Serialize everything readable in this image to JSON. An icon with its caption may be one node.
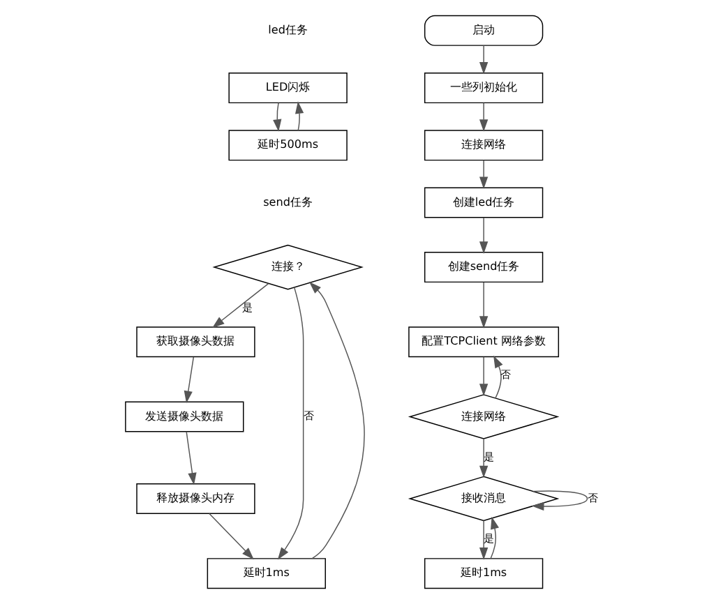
{
  "diagram": {
    "nodes": [
      {
        "text": [
          "LED闪烁"
        ]
      },
      {
        "text": [
          "延时500ms"
        ]
      },
      {
        "text": [
          "连接？"
        ]
      },
      {
        "text": [
          "获取摄像头数据"
        ]
      },
      {
        "text": [
          "发送摄像头数据"
        ]
      },
      {
        "text": [
          "释放摄像头内存"
        ]
      },
      {
        "text": [
          "延时1ms"
        ]
      },
      {
        "text": [
          "启动"
        ]
      },
      {
        "text": [
          "一些列初始化"
        ]
      },
      {
        "text": [
          "连接网络"
        ]
      },
      {
        "text": [
          "创建led任务"
        ]
      },
      {
        "text": [
          "创建send任务"
        ]
      },
      {
        "text": [
          "配置TCPClient 网络参数"
        ]
      },
      {
        "text": [
          "连接网络"
        ]
      },
      {
        "text": [
          "接收消息"
        ]
      },
      {
        "text": [
          "延时1ms"
        ]
      }
    ],
    "edges": [
      {
        "from": 0,
        "to": 1,
        "arrow": "to"
      },
      {
        "from": 1,
        "to": 0,
        "arrow": "to"
      },
      {
        "from": 2,
        "to": 3,
        "arrow": "to",
        "label": "是"
      },
      {
        "from": 3,
        "to": 4,
        "arrow": "to"
      },
      {
        "from": 4,
        "to": 5,
        "arrow": "to"
      },
      {
        "from": 5,
        "to": 6,
        "arrow": "to"
      },
      {
        "from": 6,
        "to": 2,
        "arrow": "to"
      },
      {
        "from": 2,
        "to": 6,
        "arrow": "to",
        "label": "否"
      },
      {
        "from": 7,
        "to": 8,
        "arrow": "to"
      },
      {
        "from": 8,
        "to": 9,
        "arrow": "to"
      },
      {
        "from": 9,
        "to": 10,
        "arrow": "to"
      },
      {
        "from": 10,
        "to": 11,
        "arrow": "to"
      },
      {
        "from": 11,
        "to": 12,
        "arrow": "to"
      },
      {
        "from": 12,
        "to": 13,
        "arrow": "to"
      },
      {
        "from": 13,
        "to": 12,
        "arrow": "to",
        "label": "否"
      },
      {
        "from": 13,
        "to": 14,
        "arrow": "to",
        "label": "是"
      },
      {
        "from": 14,
        "to": 15,
        "arrow": "to",
        "label": "是"
      },
      {
        "from": 14,
        "to": 14,
        "arrow": "to",
        "label": "否"
      },
      {
        "from": 15,
        "to": 14,
        "arrow": "to"
      }
    ],
    "labels": [
      "led任务",
      "send任务"
    ]
  }
}
